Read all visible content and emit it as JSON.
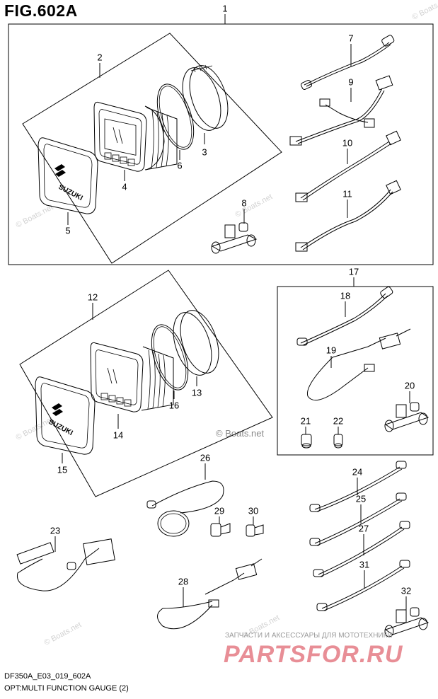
{
  "figure": {
    "title": "FIG.602A",
    "footer_code": "DF350A_E03_019_602A",
    "footer_description": "OPT:MULTI FUNCTION GAUGE (2)"
  },
  "watermarks": {
    "boats": "© Boats.net",
    "promo_text": "ЗАПЧАСТИ И АКСЕССУАРЫ ДЛЯ МОТОТЕХНИКИ",
    "promo_logo": "PARTSFOR.RU"
  },
  "gauge_face": {
    "brand": "SUZUKI"
  },
  "part_numbers": {
    "p1": "1",
    "p2": "2",
    "p3": "3",
    "p4": "4",
    "p5": "5",
    "p6": "6",
    "p7": "7",
    "p8": "8",
    "p9": "9",
    "p10": "10",
    "p11": "11",
    "p12": "12",
    "p13": "13",
    "p14": "14",
    "p15": "15",
    "p16": "16",
    "p17": "17",
    "p18": "18",
    "p19": "19",
    "p20": "20",
    "p21": "21",
    "p22": "22",
    "p23": "23",
    "p24": "24",
    "p25": "25",
    "p26": "26",
    "p27": "27",
    "p28": "28",
    "p29": "29",
    "p30": "30",
    "p31": "31",
    "p32": "32"
  }
}
